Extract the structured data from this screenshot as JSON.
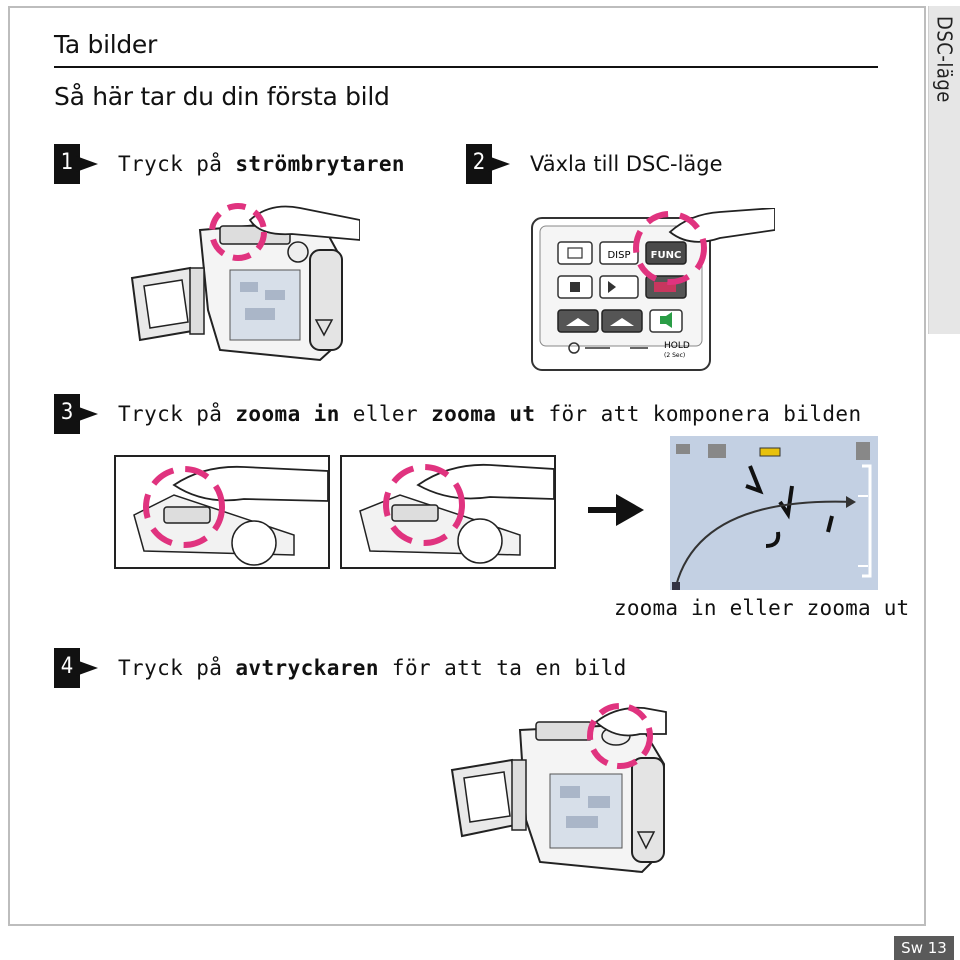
{
  "section_tab": "DSC-läge",
  "title": "Ta bilder",
  "subtitle": "Så här tar du din första bild",
  "steps": [
    {
      "number": "1",
      "pre": "Tryck på ",
      "bold": "strömbrytaren",
      "post": ""
    },
    {
      "number": "2",
      "text": "Växla till DSC-läge"
    },
    {
      "number": "3",
      "pre": "Tryck på ",
      "bold1": "zooma in",
      "mid": " eller ",
      "bold2": "zooma ut",
      "post": " för att komponera bilden"
    },
    {
      "number": "4",
      "pre": "Tryck på ",
      "bold": "avtryckaren",
      "post": " för att ta en bild"
    }
  ],
  "keypad": {
    "disp": "DISP",
    "func": "FUNC",
    "hold": "HOLD",
    "hold_sub": "(2 Sec)"
  },
  "zoom_caption": "zooma in eller zooma ut",
  "page_number": "Sw 13",
  "colors": {
    "highlight": "#e0337f",
    "lcd": "#c3d0e3"
  }
}
